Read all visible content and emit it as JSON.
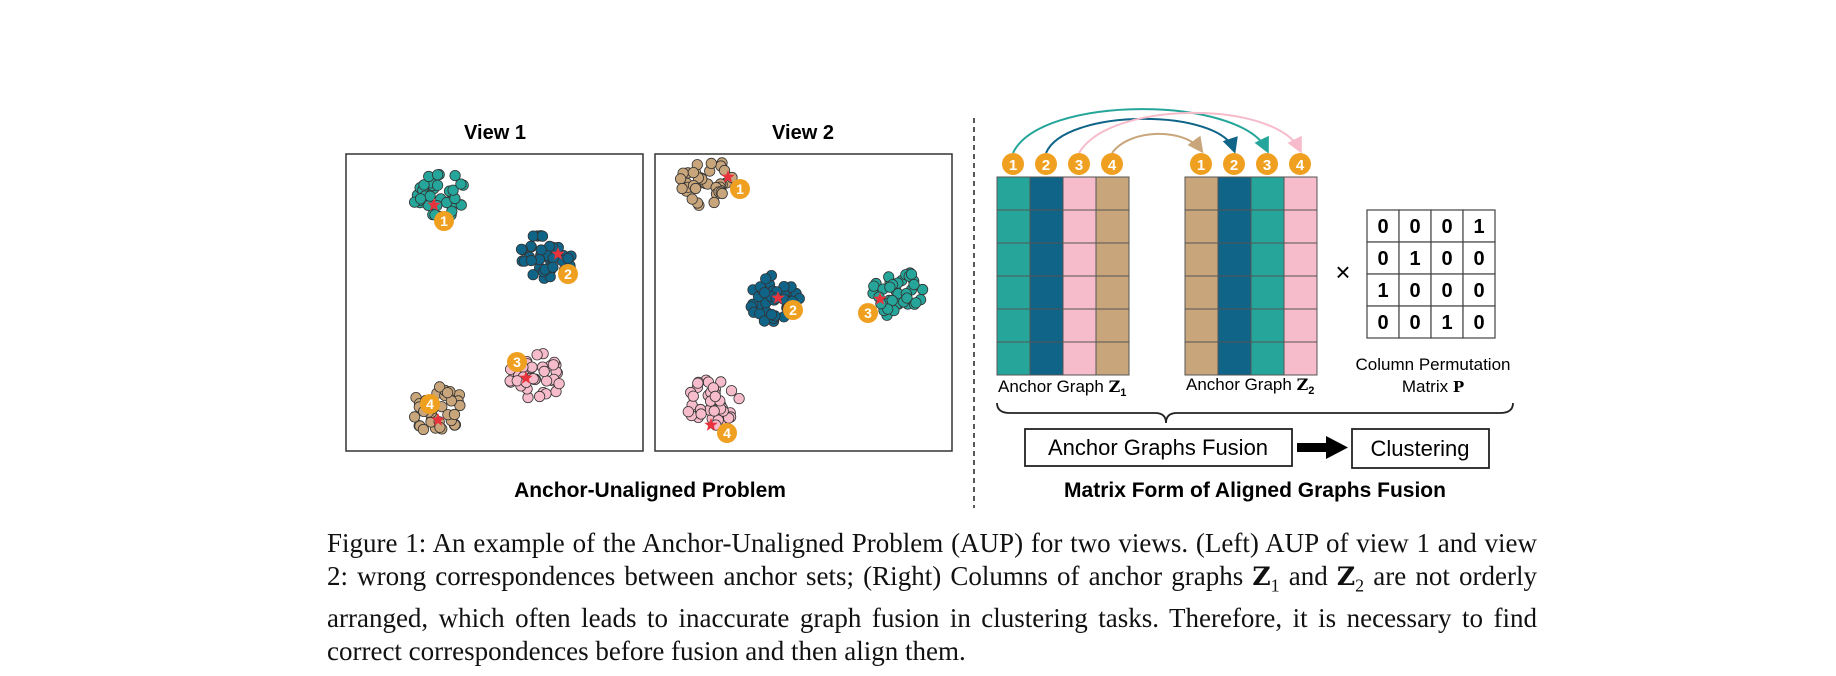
{
  "left_panel": {
    "view1_title": "View 1",
    "view2_title": "View 2",
    "subtitle": "Anchor-Unaligned Problem"
  },
  "right_panel": {
    "top_numbers": [
      "1",
      "2",
      "3",
      "4"
    ],
    "z1_label": "Anchor Graph",
    "z1_symbol": "Z",
    "z1_sub": "1",
    "z2_label": "Anchor Graph",
    "z2_symbol": "Z",
    "z2_sub": "2",
    "times": "×",
    "matrix_values": [
      [
        "0",
        "0",
        "0",
        "1"
      ],
      [
        "0",
        "1",
        "0",
        "0"
      ],
      [
        "1",
        "0",
        "0",
        "0"
      ],
      [
        "0",
        "0",
        "1",
        "0"
      ]
    ],
    "perm_label_line1": "Column Permutation",
    "perm_label_line2": "Matrix",
    "perm_symbol": "P",
    "fusion_box": "Anchor Graphs Fusion",
    "clustering_box": "Clustering",
    "subtitle": "Matrix Form of Aligned Graphs Fusion"
  },
  "colors": {
    "teal": "#26a69a",
    "navy": "#0f6488",
    "pink": "#f6bccb",
    "tan": "#c8a57a",
    "orange": "#f0a020",
    "star": "#e8323c"
  },
  "caption": {
    "part1": "Figure 1: An example of the Anchor-Unaligned Problem (AUP) for two views. (Left) AUP of view 1 and view 2: wrong correspondences between anchor sets; (Right) Columns of anchor graphs ",
    "z1_sym": "Z",
    "z1_sub": "1",
    "part2": " and ",
    "z2_sym": "Z",
    "z2_sub": "2",
    "part3": " are not orderly arranged, which often leads to inaccurate graph fusion in clustering tasks. Therefore, it is necessary to find correct correspondences before fusion and then align them."
  }
}
